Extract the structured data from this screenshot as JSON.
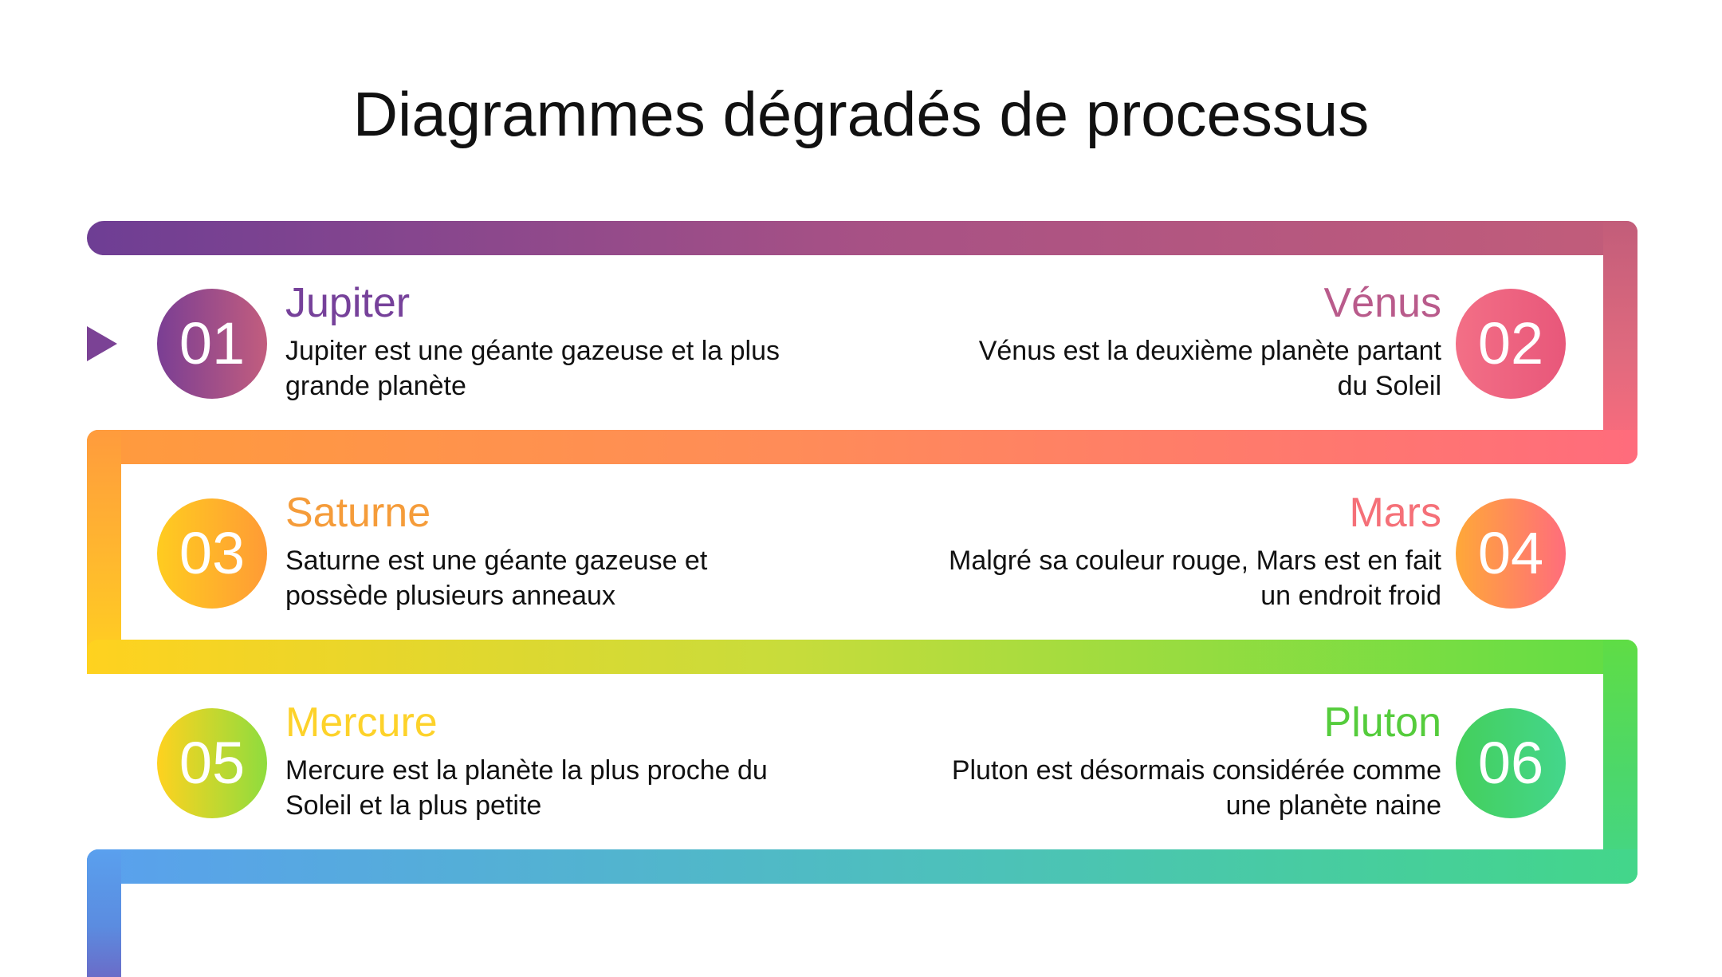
{
  "title": "Diagrammes dégradés de processus",
  "steps": [
    {
      "number": "01",
      "title": "Jupiter",
      "description": "Jupiter est une géante gazeuse et la plus grande planète",
      "title_color": "#76419a"
    },
    {
      "number": "02",
      "title": "Vénus",
      "description": "Vénus est la deuxième planète partant du Soleil",
      "title_color": "#b95b8b"
    },
    {
      "number": "03",
      "title": "Saturne",
      "description": "Saturne est une géante gazeuse et possède plusieurs anneaux",
      "title_color": "#f59c3a"
    },
    {
      "number": "04",
      "title": "Mars",
      "description": "Malgré sa couleur rouge, Mars est en fait un endroit froid",
      "title_color": "#f57078"
    },
    {
      "number": "05",
      "title": "Mercure",
      "description": "Mercure est la planète la plus proche du Soleil et la plus petite",
      "title_color": "#fdd22a"
    },
    {
      "number": "06",
      "title": "Pluton",
      "description": "Pluton est désormais considérée comme une planète naine",
      "title_color": "#55cc3c"
    }
  ],
  "colors": {
    "path_start": "#6e3e94",
    "path_pink": "#ff6c7c",
    "path_orange": "#ff9b3d",
    "path_yellow": "#ffd21f",
    "path_green": "#5fdd45",
    "path_blue": "#5aa0ee"
  }
}
